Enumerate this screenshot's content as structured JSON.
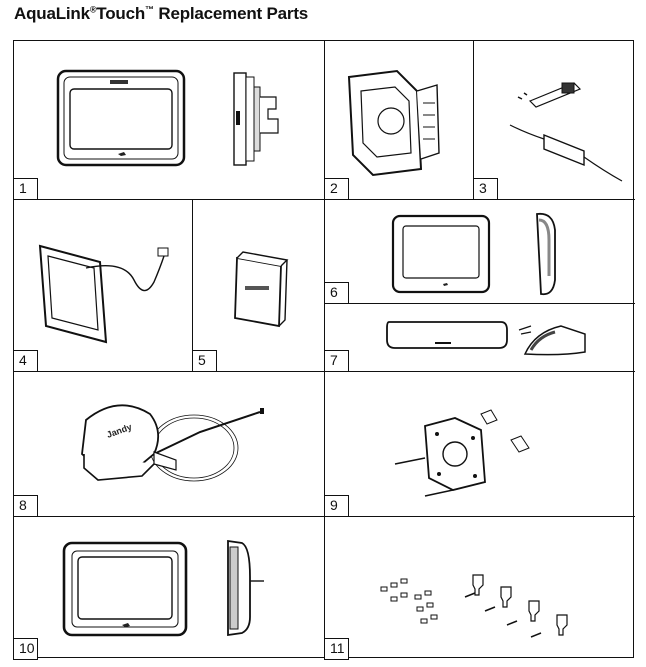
{
  "page": {
    "title_main": "AquaLink",
    "title_reg": "®",
    "title_touch": "Touch",
    "title_tm": "™",
    "title_rest": "Replacement Parts"
  },
  "parts": [
    {
      "number": "1",
      "icon": "touch-controller-front-side"
    },
    {
      "number": "2",
      "icon": "wall-mount-bracket"
    },
    {
      "number": "3",
      "icon": "circuit-board-power-supply"
    },
    {
      "number": "4",
      "icon": "display-with-cable"
    },
    {
      "number": "5",
      "icon": "battery-pack"
    },
    {
      "number": "6",
      "icon": "bezel-front-side"
    },
    {
      "number": "7",
      "icon": "docking-cradle"
    },
    {
      "number": "8",
      "icon": "wireless-antenna-base"
    },
    {
      "number": "9",
      "icon": "mounting-plate-hardware"
    },
    {
      "number": "10",
      "icon": "controller-front-side"
    },
    {
      "number": "11",
      "icon": "screws-clips-hardware"
    }
  ]
}
